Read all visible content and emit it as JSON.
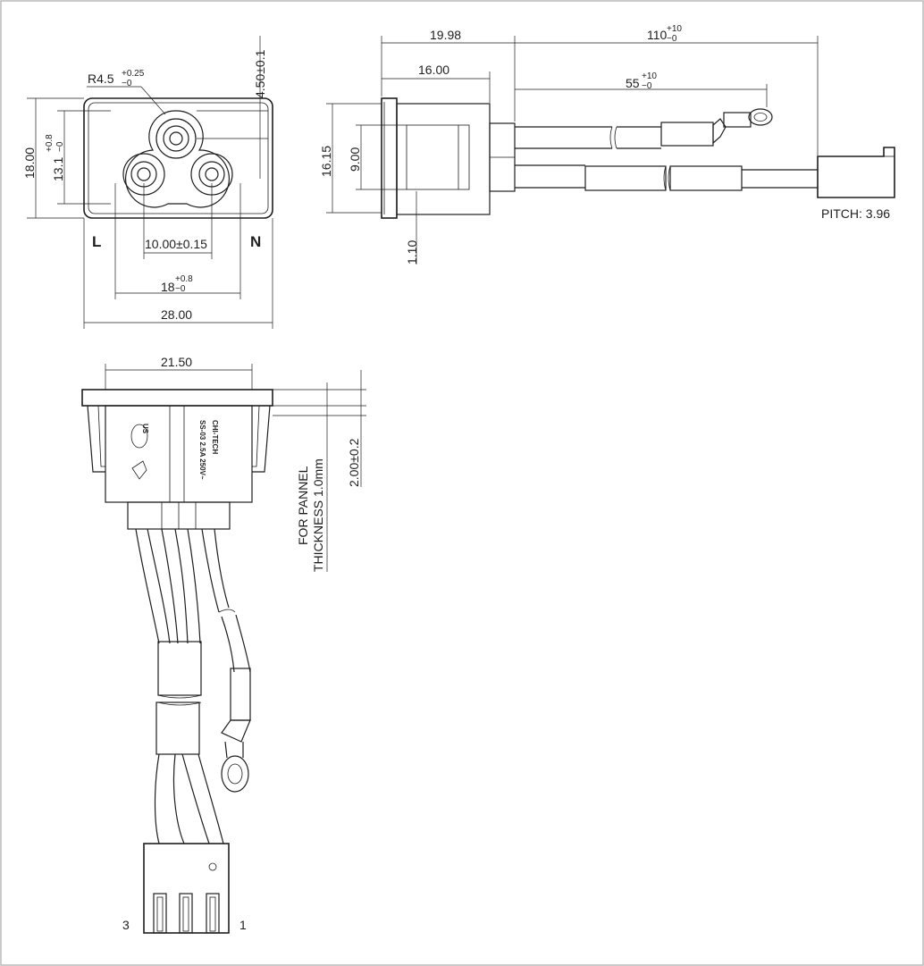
{
  "front_view": {
    "radius": "R4.5",
    "radius_tol_plus": "+0.25",
    "radius_tol_minus": "−0",
    "top_offset": "4.50±0.1",
    "height": "18.00",
    "inner_height": "13.1",
    "inner_height_tol_plus": "+0.8",
    "inner_height_tol_minus": "−0",
    "label_left": "L",
    "label_right": "N",
    "pin_spacing": "10.00±0.15",
    "outer_span": "18",
    "outer_span_tol_plus": "+0.8",
    "outer_span_tol_minus": "−0",
    "width": "28.00"
  },
  "side_view": {
    "body_length": "19.98",
    "flange_to_rear": "16.00",
    "cable_length": "110",
    "cable_tol_plus": "+10",
    "cable_tol_minus": "−0",
    "ground_length": "55",
    "ground_tol_plus": "+10",
    "ground_tol_minus": "−0",
    "flange_height": "16.15",
    "body_height": "9.00",
    "flange_thickness": "1.10",
    "pitch": "PITCH: 3.96"
  },
  "top_view": {
    "width": "21.50",
    "clip_gap": "2.00±0.2",
    "panel_note_line1": "FOR PANNEL",
    "panel_note_line2": "THICKNESS 1.0mm",
    "brand": "CHI-TECH",
    "model_text": "SS-03 2.5A 250V~",
    "cert_us": "US",
    "pin_left": "3",
    "pin_right": "1"
  }
}
